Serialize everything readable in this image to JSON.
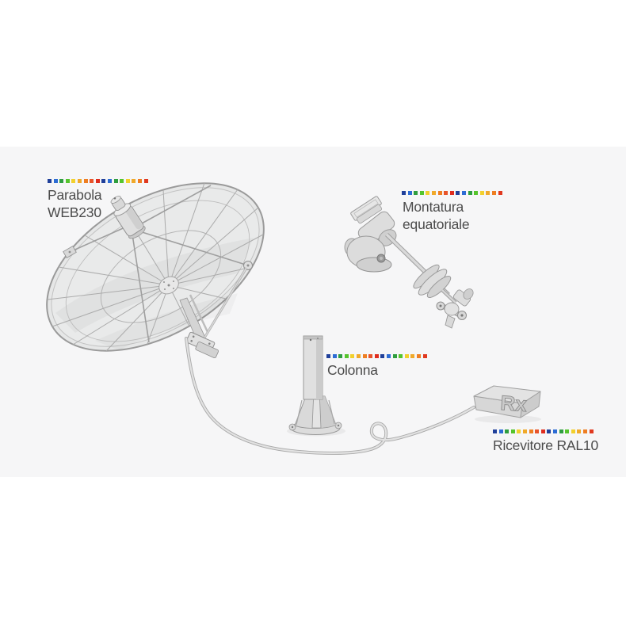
{
  "scene": {
    "background_color": "#ffffff",
    "band_color": "#f6f6f7",
    "label_color": "#4b4b4b",
    "illustration_fill": "#e0e0e0",
    "illustration_line": "#9a9a9a",
    "cable_color": "#d8d8d8"
  },
  "strip": {
    "colors": [
      "#20409a",
      "#2d6cd4",
      "#2f9e3f",
      "#55c42c",
      "#f2d02c",
      "#f0a92a",
      "#ee7e22",
      "#e8542a",
      "#df2d1e",
      "#20409a",
      "#2d6cd4",
      "#2f9e3f",
      "#55c42c",
      "#f2d02c",
      "#f0a92a",
      "#ee7e22",
      "#e0391f"
    ]
  },
  "components": [
    {
      "id": "parabola",
      "label": "Parabola\nWEB230"
    },
    {
      "id": "montatura",
      "label": "Montatura\nequatoriale"
    },
    {
      "id": "colonna",
      "label": "Colonna"
    },
    {
      "id": "ricevitore",
      "label": "Ricevitore RAL10"
    }
  ],
  "receiver": {
    "badge": "Rx"
  }
}
